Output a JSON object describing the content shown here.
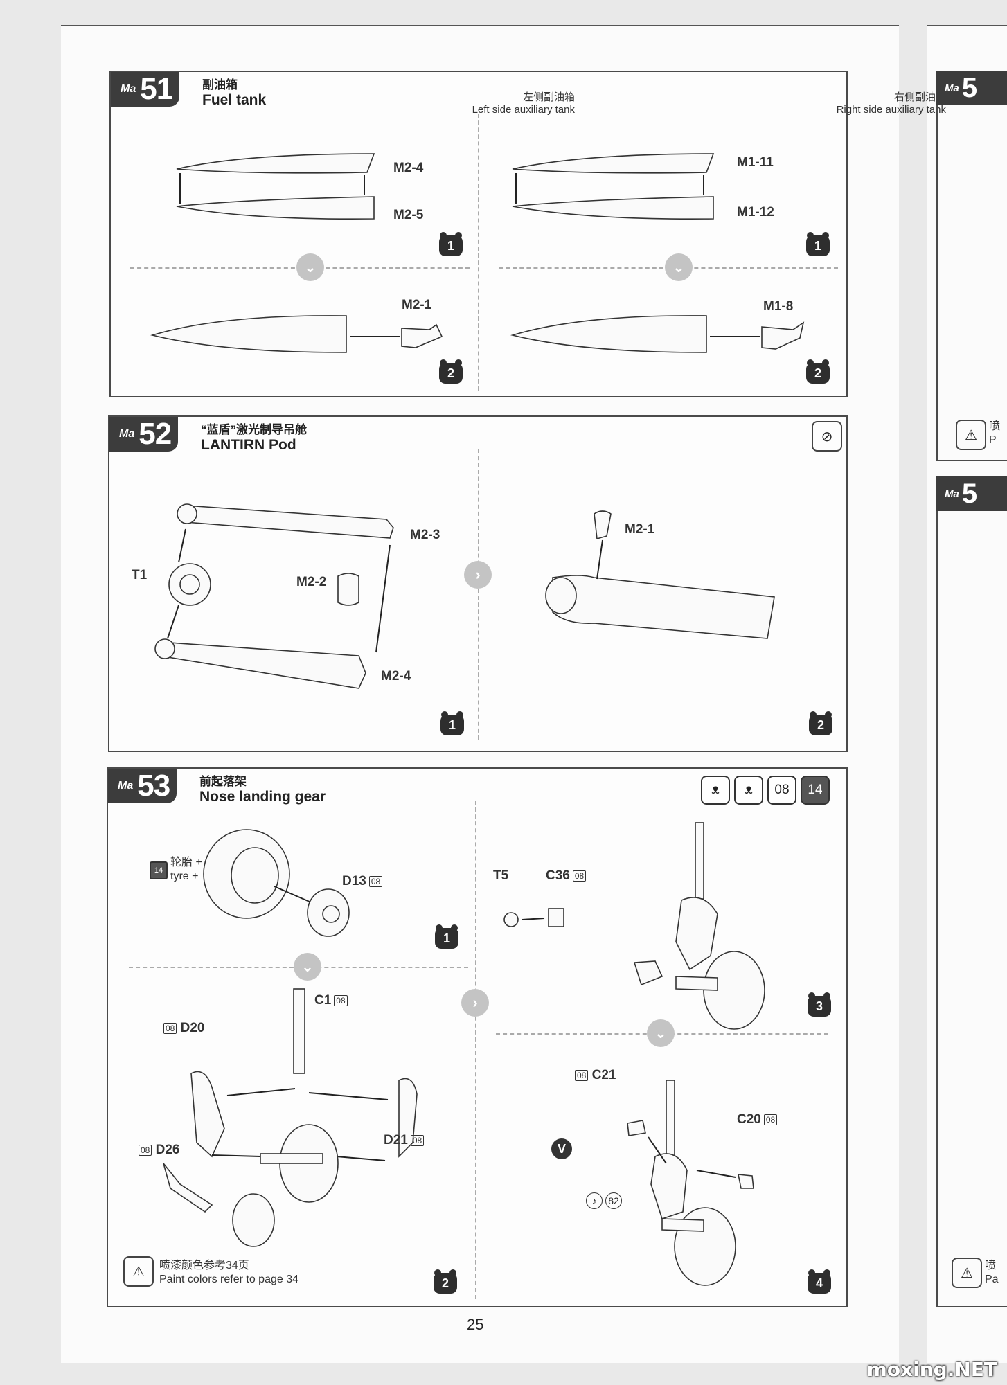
{
  "step51": {
    "brand": "Ma",
    "number": "51",
    "title_zh": "副油箱",
    "title_en": "Fuel tank",
    "left_zh": "左侧副油箱",
    "left_en": "Left side auxiliary tank",
    "right_zh": "右侧副油箱",
    "right_en": "Right side auxiliary tank",
    "parts": {
      "m2_4": "M2-4",
      "m2_5": "M2-5",
      "m2_1": "M2-1",
      "m1_11": "M1-11",
      "m1_12": "M1-12",
      "m1_8": "M1-8"
    },
    "badges": [
      "1",
      "1",
      "2",
      "2"
    ]
  },
  "step52": {
    "brand": "Ma",
    "number": "52",
    "title_zh": "“蓝盾”激光制导吊舱",
    "title_en": "LANTIRN Pod",
    "parts": {
      "m2_3": "M2-3",
      "t1": "T1",
      "m2_2": "M2-2",
      "m2_4": "M2-4",
      "m2_1": "M2-1"
    },
    "badges": [
      "1",
      "2"
    ]
  },
  "step53": {
    "brand": "Ma",
    "number": "53",
    "title_zh": "前起落架",
    "title_en": "Nose landing gear",
    "paint_codes": [
      "08",
      "14"
    ],
    "tyre_code": "14",
    "tyre_zh": "轮胎 +",
    "tyre_en": "tyre +",
    "parts": {
      "d13": "D13",
      "d13_code": "08",
      "c1": "C1",
      "c1_code": "08",
      "d20": "D20",
      "d20_code": "08",
      "d21": "D21",
      "d21_code": "08",
      "d26": "D26",
      "d26_code": "08",
      "t5": "T5",
      "c36": "C36",
      "c36_code": "08",
      "c21": "C21",
      "c21_code": "08",
      "c20": "C20",
      "c20_code": "08",
      "v": "V",
      "ref82": "82"
    },
    "note_zh": "喷漆颜色参考34页",
    "note_en": "Paint colors refer to page 34",
    "badges": [
      "1",
      "2",
      "3",
      "4"
    ]
  },
  "page_number": "25",
  "watermark": "moxing.NET",
  "right_page": {
    "tag1": "5",
    "tag2": "5",
    "note1_zh": "喷",
    "note1_en": "P",
    "note2_zh": "喷",
    "note2_en": "Pa"
  }
}
